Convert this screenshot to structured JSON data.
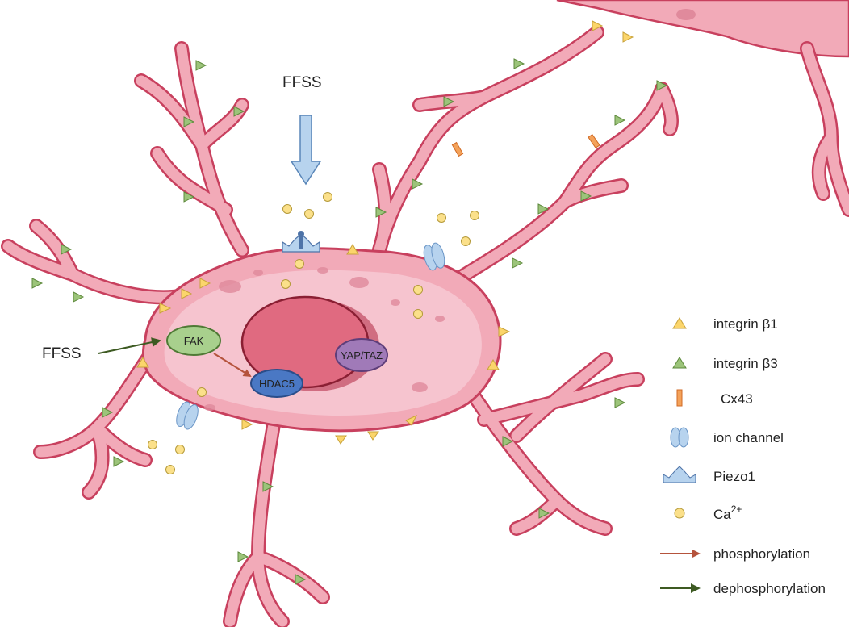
{
  "labels": {
    "ffss_top": "FFSS",
    "ffss_left": "FFSS",
    "fak": "FAK",
    "hdac5": "HDAC5",
    "yap_taz": "YAP/TAZ"
  },
  "legend": [
    {
      "key": "integrin_b1",
      "label": "integrin β1",
      "icon": "yellow-triangle-icon"
    },
    {
      "key": "integrin_b3",
      "label": "integrin β3",
      "icon": "green-triangle-icon"
    },
    {
      "key": "cx43",
      "label": "Cx43",
      "icon": "connexin-icon"
    },
    {
      "key": "ion_channel",
      "label": "ion channel",
      "icon": "ion-channel-icon"
    },
    {
      "key": "piezo1",
      "label": "Piezo1",
      "icon": "piezo-icon"
    },
    {
      "key": "ca",
      "label": "Ca",
      "sup": "2+",
      "icon": "calcium-dot-icon"
    },
    {
      "key": "phos",
      "label": "phosphorylation",
      "icon": "red-arrow-icon"
    },
    {
      "key": "dephos",
      "label": "dephosphorylation",
      "icon": "green-arrow-icon"
    }
  ],
  "colors": {
    "cell_fill": "#f2aab8",
    "cell_stroke": "#c8405e",
    "cytoplasm": "#f6c4cf",
    "nucleus": "#e06a80",
    "nucleus_stroke": "#8a1f33",
    "integrin_b1": "#fbd56b",
    "integrin_b3": "#9cc47a",
    "fak": "#a8d08d",
    "hdac5": "#4a78c4",
    "yap_taz": "#a07ab8",
    "ffss_arrow": "#b7d3ee",
    "phos_arrow": "#b5533c",
    "dephos_arrow": "#3d5a22",
    "calcium": "#fbe08a"
  }
}
